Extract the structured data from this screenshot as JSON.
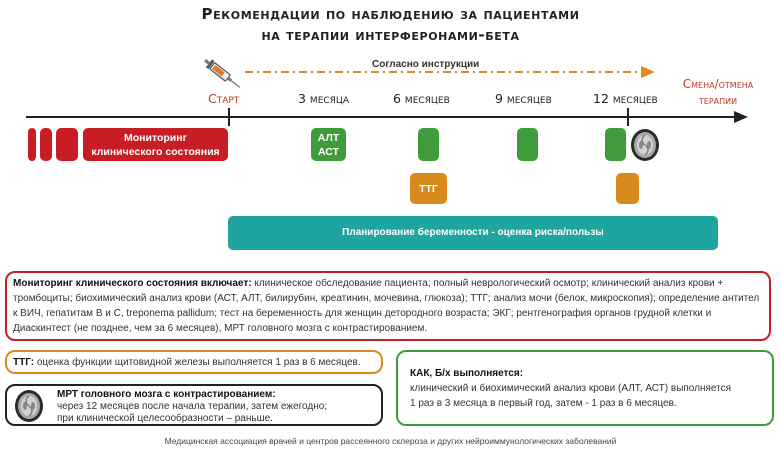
{
  "title": {
    "line1": "Рекомендации по наблюдению за пациентами",
    "line2": "на терапии интерферонами-бета"
  },
  "timeline": {
    "instruction_label": "Согласно инструкции",
    "milestones": {
      "start": "Старт",
      "m3": "3 месяца",
      "m6": "6 месяцев",
      "m9": "9 месяцев",
      "m12": "12 месяцев",
      "change_line1": "Смена/отмена",
      "change_line2": "терапии"
    }
  },
  "boxes": {
    "monitoring_line1": "Мониторинг",
    "monitoring_line2": "клинического состояния",
    "alt": "АЛТ",
    "ast": "АСТ",
    "ttg": "ТТГ",
    "pregnancy": "Планирование беременности - оценка риска/пользы"
  },
  "panels": {
    "monitoring_title": "Мониторинг клинического состояния включает:",
    "monitoring_text": " клиническое обследование пациента; полный неврологический осмотр; клинический анализ крови + тромбоциты; биохимический анализ крови (АСТ, АЛТ, билирубин, креатинин, мочевина, глюкоза); ТТГ; анализ мочи (белок, микроскопия); определение антител к ВИЧ, гепатитам В и С, treponema pallidum; тест на беременность для женщин детородного возраста; ЭКГ; рентгенография органов грудной клетки и Диаскинтест (не позднее, чем за 6 месяцев), МРТ головного мозга с контрастированием.",
    "ttg_title": "ТТГ:",
    "ttg_text": " оценка функции щитовидной железы выполняется 1 раз в 6 месяцев.",
    "mri_title": "МРТ головного мозга с контрастированием:",
    "mri_line1": "через 12 месяцев после начала терапии, затем ежегодно;",
    "mri_line2": "при клинической целесообразности – раньше.",
    "kak_title": "КАК, Б/х выполняется:",
    "kak_line1": "клинический и биохимический анализ крови (АЛТ, АСТ) выполняется",
    "kak_line2": "1 раз в 3 месяца в первый год, затем - 1 раз в 6 месяцев."
  },
  "footer": "Медицинская ассоциация врачей и центров рассеянного склероза и других нейроиммунологических заболеваний",
  "colors": {
    "red": "#c81d25",
    "green": "#3f9b3c",
    "orange": "#d98a1f",
    "teal": "#1ea5a0"
  }
}
